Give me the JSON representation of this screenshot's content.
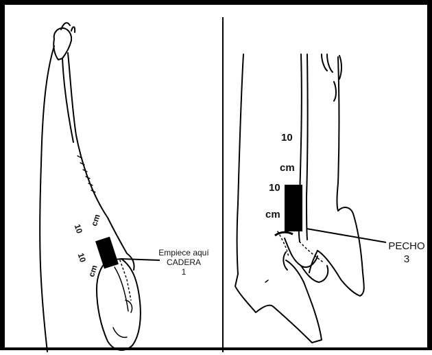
{
  "left_panel": {
    "measure_top_value": "10",
    "measure_top_unit": "cm",
    "measure_bottom_value": "10",
    "measure_bottom_unit": "cm",
    "callout_line1": "Empiece aquí",
    "callout_line2": "CADERA",
    "callout_number": "1"
  },
  "right_panel": {
    "measure_top_value": "10",
    "measure_top_unit": "cm",
    "measure_bottom_value": "10",
    "measure_bottom_unit": "cm",
    "callout_label": "PECHO",
    "callout_number": "3"
  },
  "colors": {
    "ink": "#000000",
    "background": "#ffffff"
  }
}
